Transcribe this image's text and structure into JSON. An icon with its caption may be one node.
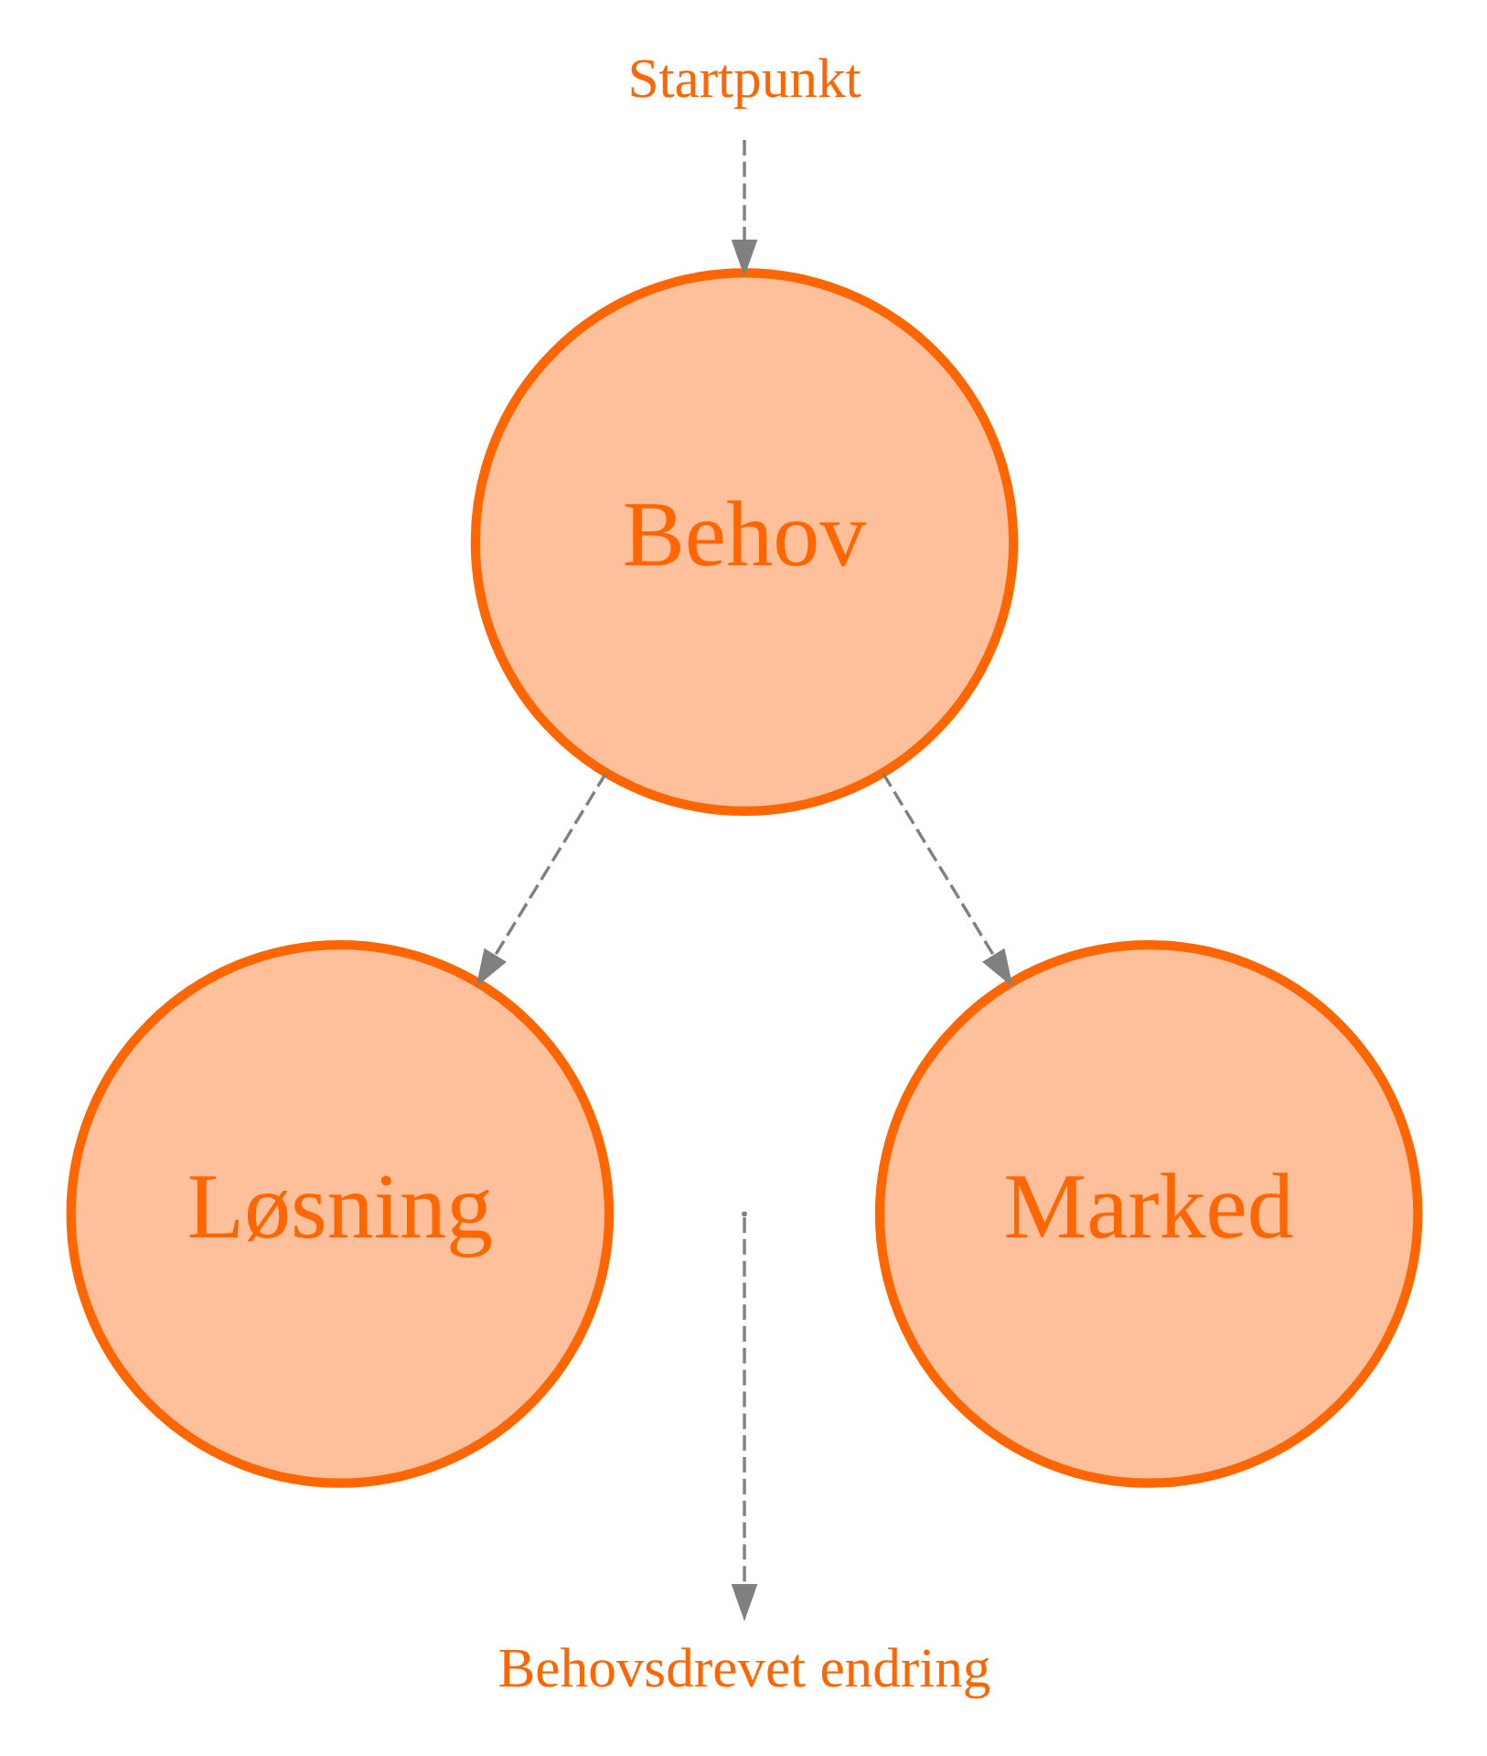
{
  "diagram": {
    "nodes": [
      {
        "text": [
          "Startpunkt"
        ]
      },
      {
        "text": [
          "Behov"
        ]
      },
      {
        "text": [
          "Løsning"
        ]
      },
      {
        "text": [
          "Marked"
        ]
      },
      {
        "text": [
          "Behovsdrevet endring"
        ]
      }
    ],
    "edges": [
      {
        "from": 0,
        "to": 1,
        "arrow": "to",
        "style": "dashed"
      },
      {
        "from": 1,
        "to": 2,
        "arrow": "to",
        "style": "dashed"
      },
      {
        "from": 1,
        "to": 3,
        "arrow": "to",
        "style": "dashed"
      },
      {
        "from": null,
        "to": 4,
        "arrow": "to",
        "style": "dashed"
      }
    ]
  }
}
